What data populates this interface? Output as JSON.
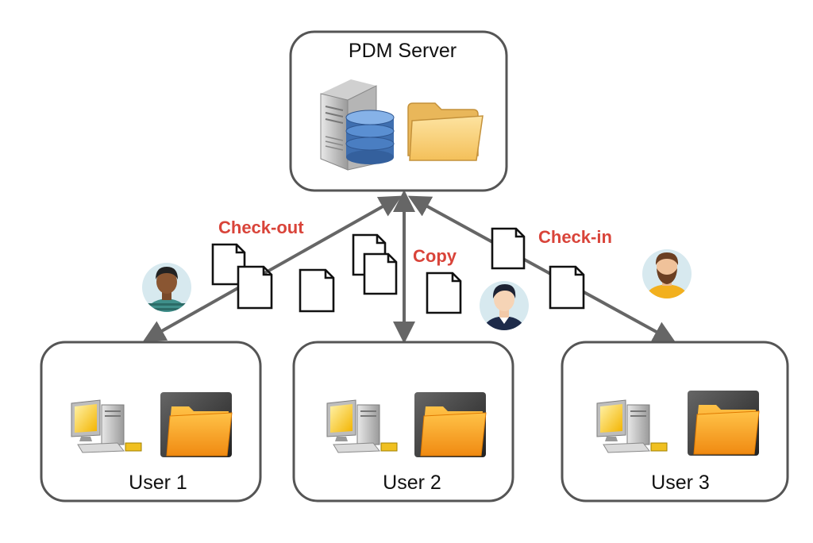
{
  "server": {
    "label": "PDM Server"
  },
  "users": [
    {
      "label": "User 1"
    },
    {
      "label": "User 2"
    },
    {
      "label": "User 3"
    }
  ],
  "actions": {
    "checkout": "Check-out",
    "copy": "Copy",
    "checkin": "Check-in"
  },
  "colors": {
    "box_border": "#555555",
    "arrow": "#666666",
    "action_text": "#d9443a",
    "folder": "#f5a623",
    "database": "#4f7fbf"
  },
  "icons": {
    "server": "server-tower-icon",
    "database": "database-icon",
    "server_folder": "folder-icon",
    "workstation": "desktop-computer-icon",
    "user_folder": "folder-icon",
    "document": "document-icon",
    "avatar": "person-avatar-icon"
  }
}
